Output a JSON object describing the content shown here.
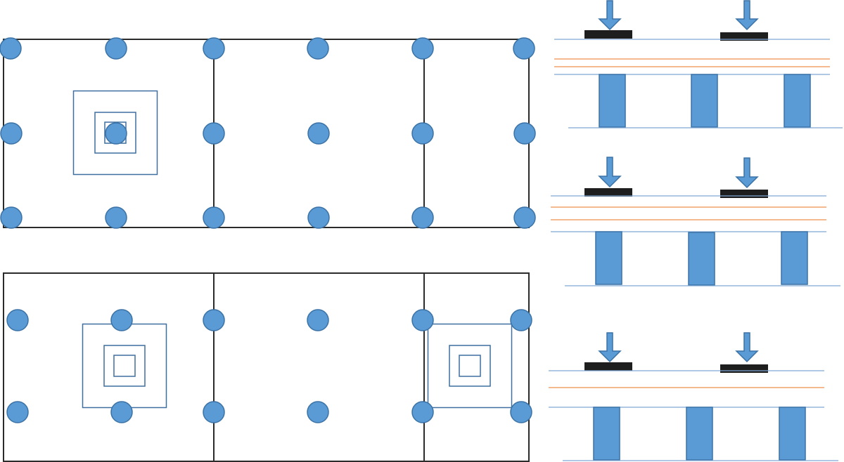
{
  "colors": {
    "outline": "#2b2b2b",
    "circle_fill": "#5b9bd5",
    "circle_stroke": "#3a72a6",
    "square_stroke": "#3f6f9f",
    "pillar_fill": "#5b9bd5",
    "pillar_stroke": "#3a72a6",
    "arrow_fill": "#5b9bd5",
    "arrow_stroke": "#3a72a6",
    "plate_fill": "#1e1e1e",
    "blue_line": "#7fa9d4",
    "orange_line": "#ed8f4a",
    "ground_line": "#7fa9d4"
  },
  "icons": {
    "sensor_point": "filled-circle",
    "load": "down-arrow",
    "loading_plate": "black-bar",
    "nested_squares": "concentric-squares"
  },
  "diagram": {
    "plan_views": [
      {
        "id": "plan-top",
        "panels": 3,
        "rows_of_points": 3,
        "points_per_row": 6,
        "nested_square_groups": 1
      },
      {
        "id": "plan-bottom",
        "panels": 3,
        "rows_of_points": 2,
        "points_per_row": 6,
        "nested_square_groups": 2
      }
    ],
    "sections": [
      {
        "id": "section-1",
        "loads": 2,
        "pillars": 3,
        "orange_layers": 2,
        "blue_layers": 2
      },
      {
        "id": "section-2",
        "loads": 2,
        "pillars": 3,
        "orange_layers": 2,
        "blue_layers": 2
      },
      {
        "id": "section-3",
        "loads": 2,
        "pillars": 3,
        "orange_layers": 1,
        "blue_layers": 2
      }
    ]
  }
}
